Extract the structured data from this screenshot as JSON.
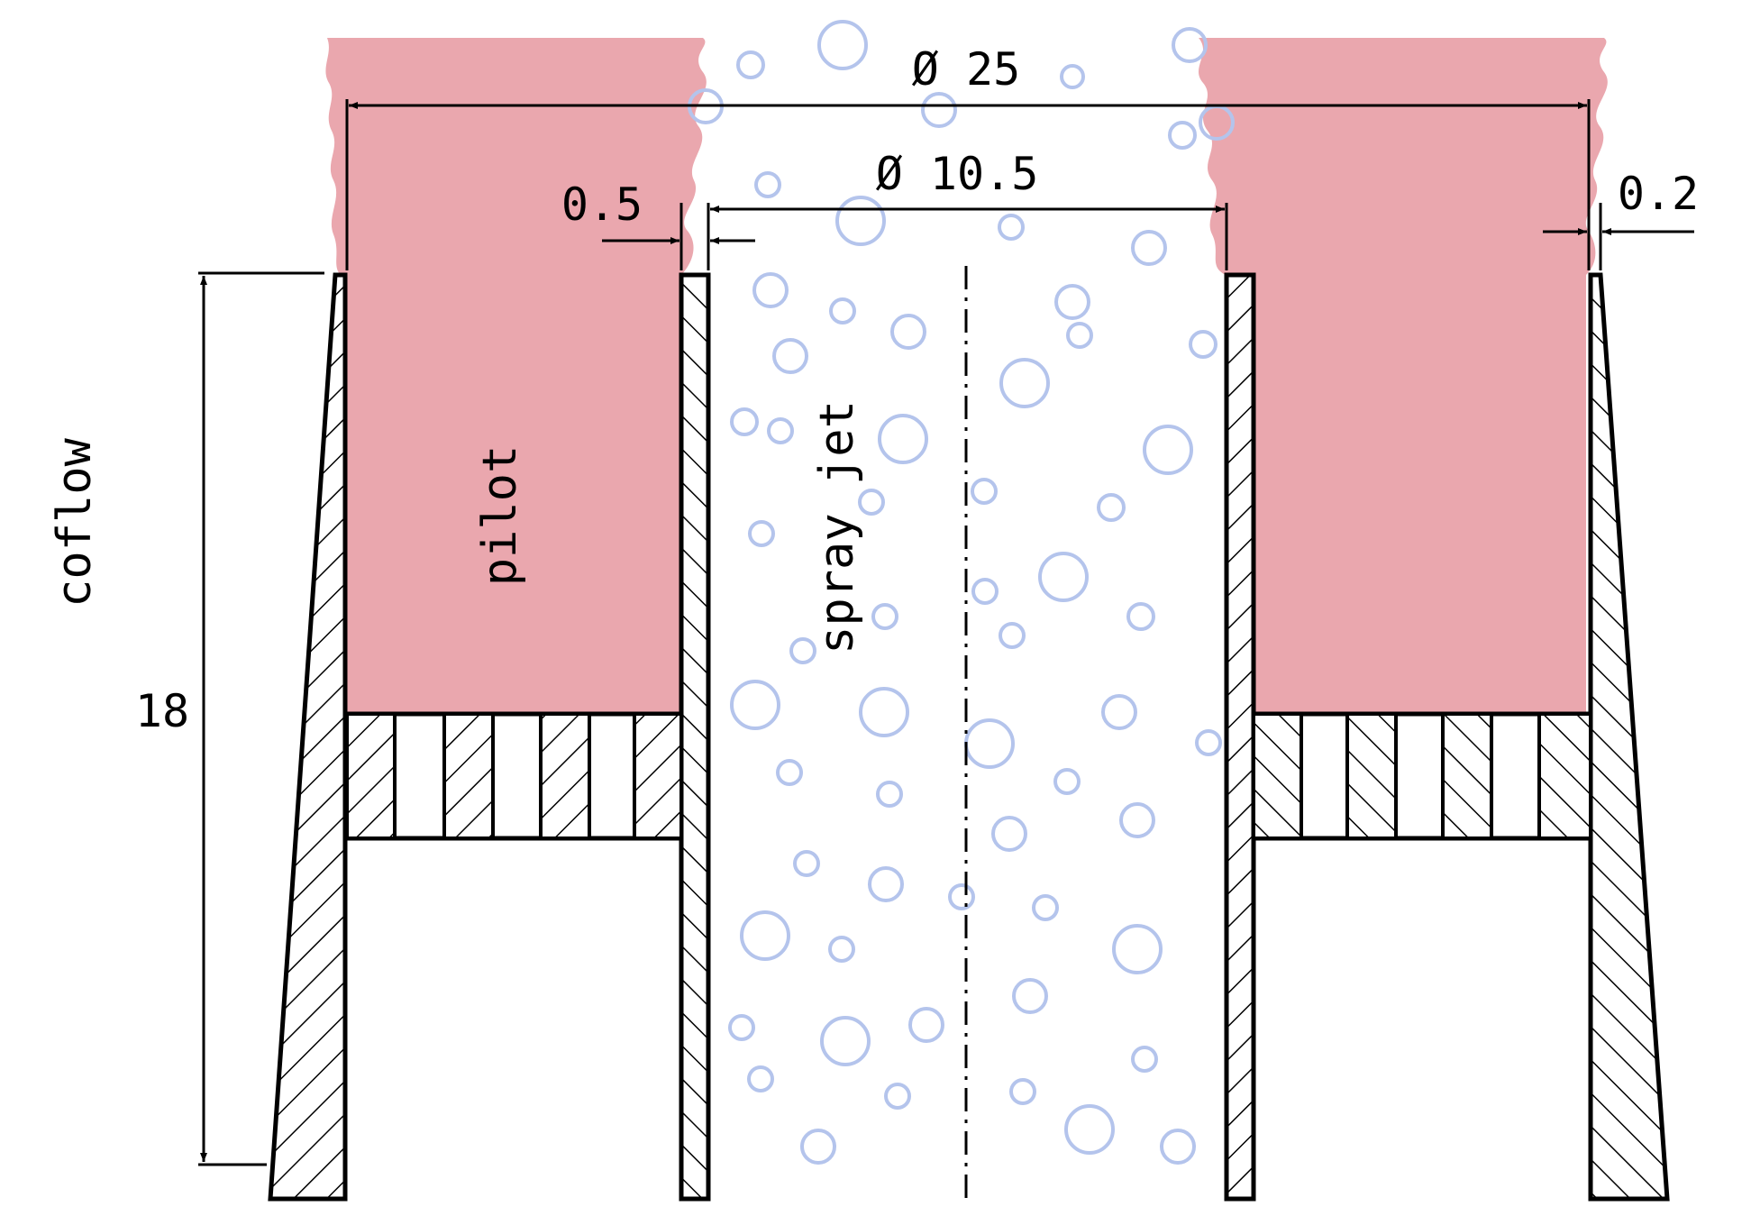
{
  "labels": {
    "outer_diameter": "Ø 25",
    "inner_diameter": "Ø 10.5",
    "pilot_wall_thickness": "0.5",
    "coflow_wall_thickness": "0.2",
    "height": "18",
    "coflow": "coflow",
    "pilot": "pilot",
    "spray_jet": "spray jet"
  },
  "colors": {
    "pilot_flame": "#eaa7ae",
    "spray_droplets": "#b4c4ec",
    "outline": "#000000"
  }
}
